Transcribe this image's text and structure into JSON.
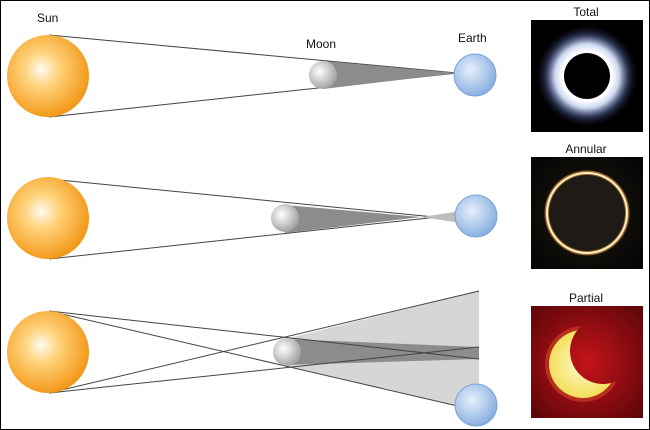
{
  "labels": {
    "sun": "Sun",
    "moon": "Moon",
    "earth": "Earth"
  },
  "photos": [
    {
      "name": "total",
      "caption": "Total"
    },
    {
      "name": "annular",
      "caption": "Annular"
    },
    {
      "name": "partial",
      "caption": "Partial"
    }
  ],
  "colors": {
    "sun_edge": "#f29b12",
    "sun_core": "#fff6e0",
    "moon": "#b8b8b8",
    "earth": "#a9c8ee",
    "earth_edge": "#6f9fd6",
    "shadow_dark": "#8a8a8a",
    "shadow_light": "#d4d4d4",
    "line": "#444444"
  }
}
